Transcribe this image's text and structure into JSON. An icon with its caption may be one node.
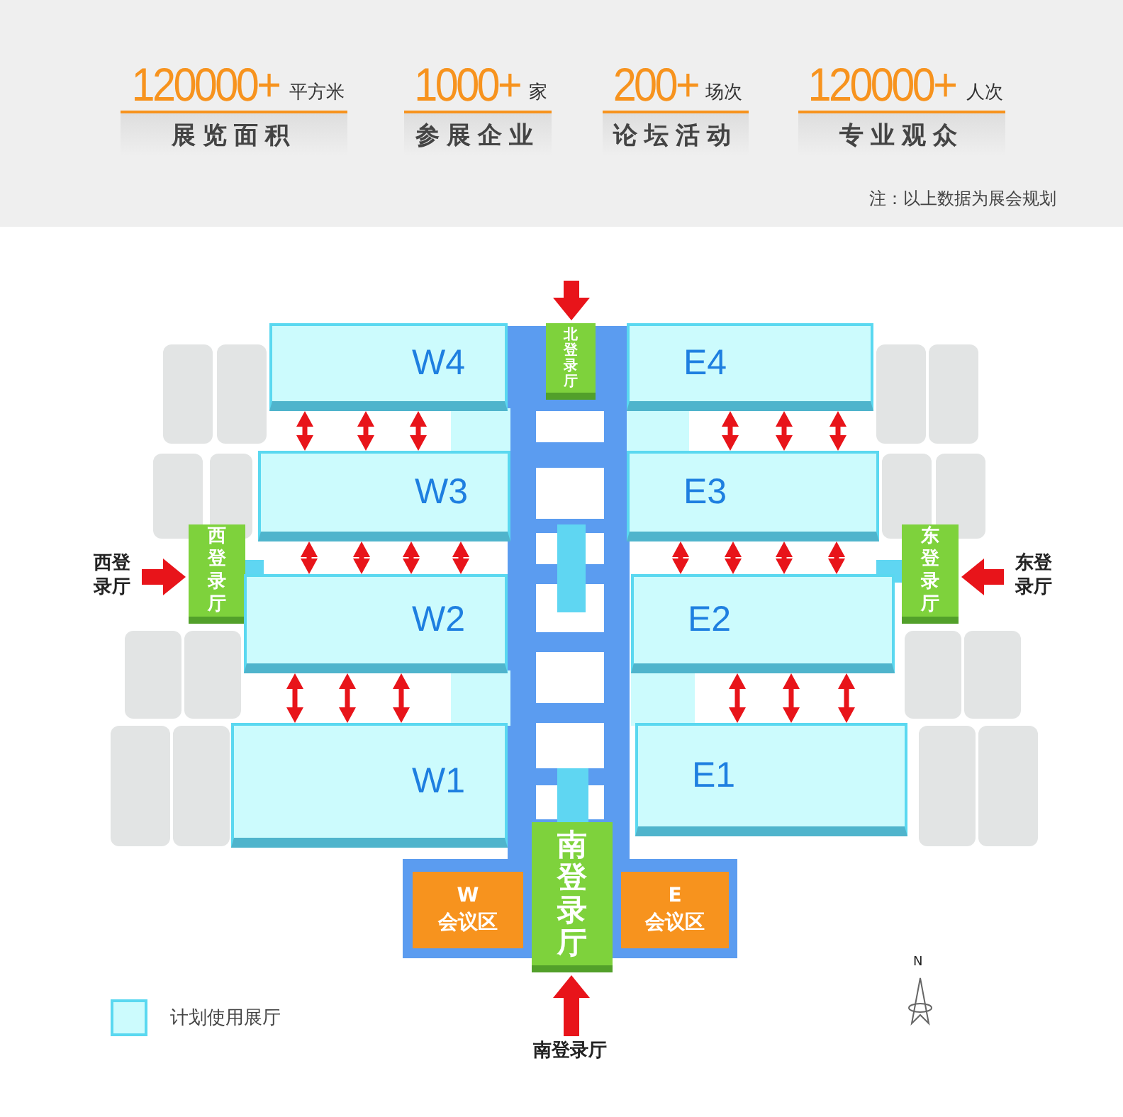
{
  "diagram": {
    "nodes": [
      {
        "text": [
          "120000+",
          "平方米",
          "展览面积"
        ]
      },
      {
        "text": [
          "1000+",
          "家",
          "参展企业"
        ]
      },
      {
        "text": [
          "200+",
          "场次",
          "论坛活动"
        ]
      },
      {
        "text": [
          "120000+",
          "人次",
          "专业观众"
        ]
      },
      {
        "text": [
          "北登录厅"
        ]
      },
      {
        "text": [
          "W4"
        ]
      },
      {
        "text": [
          "E4"
        ]
      },
      {
        "text": [
          "W3"
        ]
      },
      {
        "text": [
          "E3"
        ]
      },
      {
        "text": [
          "西登录厅"
        ]
      },
      {
        "text": [
          "东登录厅"
        ]
      },
      {
        "text": [
          "W2"
        ]
      },
      {
        "text": [
          "E2"
        ]
      },
      {
        "text": [
          "W1"
        ]
      },
      {
        "text": [
          "E1"
        ]
      },
      {
        "text": [
          "西登录厅"
        ]
      },
      {
        "text": [
          "东登录厅"
        ]
      },
      {
        "text": [
          "南登录厅"
        ]
      },
      {
        "text": [
          "W 会议区"
        ]
      },
      {
        "text": [
          "E 会议区"
        ]
      },
      {
        "text": [
          "南登录厅"
        ]
      }
    ],
    "edges": [
      {
        "from": 5,
        "to": 7,
        "arrow": "both"
      },
      {
        "from": 5,
        "to": 7,
        "arrow": "both"
      },
      {
        "from": 5,
        "to": 7,
        "arrow": "both"
      },
      {
        "from": 7,
        "to": 11,
        "arrow": "both"
      },
      {
        "from": 7,
        "to": 11,
        "arrow": "both"
      },
      {
        "from": 7,
        "to": 11,
        "arrow": "both"
      },
      {
        "from": 7,
        "to": 11,
        "arrow": "both"
      },
      {
        "from": 11,
        "to": 13,
        "arrow": "both"
      },
      {
        "from": 11,
        "to": 13,
        "arrow": "both"
      },
      {
        "from": 11,
        "to": 13,
        "arrow": "both"
      },
      {
        "from": 6,
        "to": 8,
        "arrow": "both"
      },
      {
        "from": 6,
        "to": 8,
        "arrow": "both"
      },
      {
        "from": 6,
        "to": 8,
        "arrow": "both"
      },
      {
        "from": 8,
        "to": 12,
        "arrow": "both"
      },
      {
        "from": 8,
        "to": 12,
        "arrow": "both"
      },
      {
        "from": 8,
        "to": 12,
        "arrow": "both"
      },
      {
        "from": 8,
        "to": 12,
        "arrow": "both"
      },
      {
        "from": 12,
        "to": 14,
        "arrow": "both"
      },
      {
        "from": 12,
        "to": 14,
        "arrow": "both"
      },
      {
        "from": 12,
        "to": 14,
        "arrow": "both"
      },
      {
        "from": 15,
        "to": 9,
        "arrow": "to",
        "style": "thick"
      },
      {
        "from": 16,
        "to": 10,
        "arrow": "to",
        "style": "thick"
      },
      {
        "from": null,
        "to": 4,
        "arrow": "to",
        "style": "thick"
      },
      {
        "from": 20,
        "to": 17,
        "arrow": "to",
        "style": "thick"
      }
    ],
    "labels": [
      "注：以上数据为展会规划",
      "N"
    ],
    "legend": [
      {
        "text": "计划使用展厅",
        "color": "#ccfbfd"
      }
    ]
  }
}
